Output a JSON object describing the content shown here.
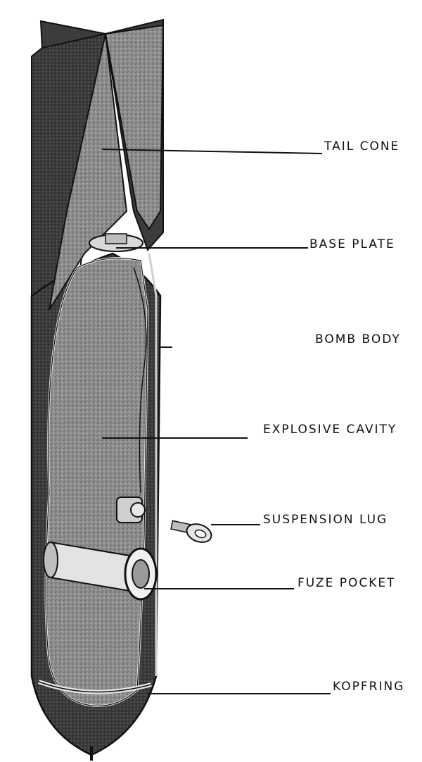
{
  "labels": {
    "tail_cone": "TAIL CONE",
    "base_plate": "BASE PLATE",
    "bomb_body": "BOMB BODY",
    "explosive_cavity": "EXPLOSIVE CAVITY",
    "suspension_lug": "SUSPENSION LUG",
    "fuze_pocket": "FUZE POCKET",
    "kopfring": "KOPFRING"
  },
  "colors": {
    "ink": "#111111",
    "shell_dark": "#2a2a2a",
    "shell_mid": "#7a7a7a",
    "cavity": "#9a9a9a",
    "metal_light": "#d9d9d9"
  }
}
